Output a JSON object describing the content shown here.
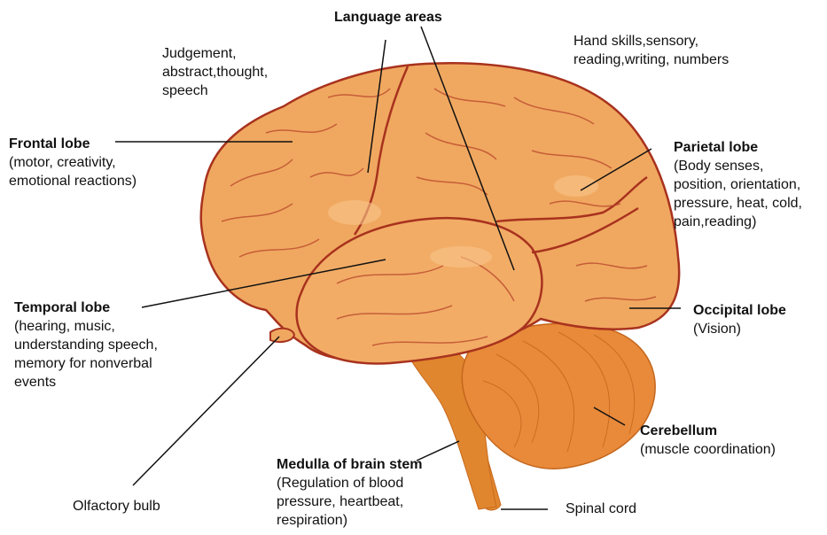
{
  "labels": {
    "language": {
      "title": "Language areas"
    },
    "judgement": {
      "desc": "Judgement,\nabstract,thought,\nspeech"
    },
    "hand_skills": {
      "desc": "Hand skills,sensory,\nreading,writing, numbers"
    },
    "frontal": {
      "title": "Frontal lobe",
      "desc": "(motor, creativity,\nemotional reactions)"
    },
    "parietal": {
      "title": "Parietal lobe",
      "desc": "(Body senses,\nposition, orientation,\npressure, heat, cold,\npain,reading)"
    },
    "temporal": {
      "title": "Temporal lobe",
      "desc": "(hearing, music,\nunderstanding speech,\nmemory for nonverbal\nevents"
    },
    "occipital": {
      "title": "Occipital lobe",
      "desc": "(Vision)"
    },
    "cerebellum": {
      "title": "Cerebellum",
      "desc": "(muscle coordination)"
    },
    "medulla": {
      "title": "Medulla of brain stem",
      "desc": "(Regulation of blood\npressure, heartbeat,\nrespiration)"
    },
    "olfactory": {
      "desc": "Olfactory bulb"
    },
    "spinal": {
      "desc": "Spinal cord"
    }
  },
  "colors": {
    "cerebrum": "#f0a860",
    "cerebrum_light": "#f8c58a",
    "outline": "#a8321e",
    "cerebellum": "#e88a3a",
    "stem": "#e0862e",
    "leader": "#111111"
  }
}
